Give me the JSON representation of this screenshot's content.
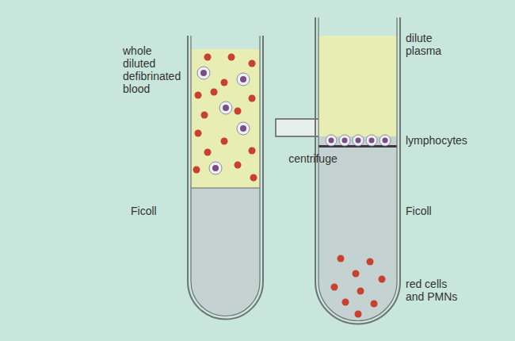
{
  "diagram": {
    "labels": [
      "whole diluted defibrinated blood",
      "Ficoll",
      "centrifuge",
      "dilute plasma",
      "lymphocytes",
      "Ficoll",
      "red cells and PMNs"
    ]
  }
}
